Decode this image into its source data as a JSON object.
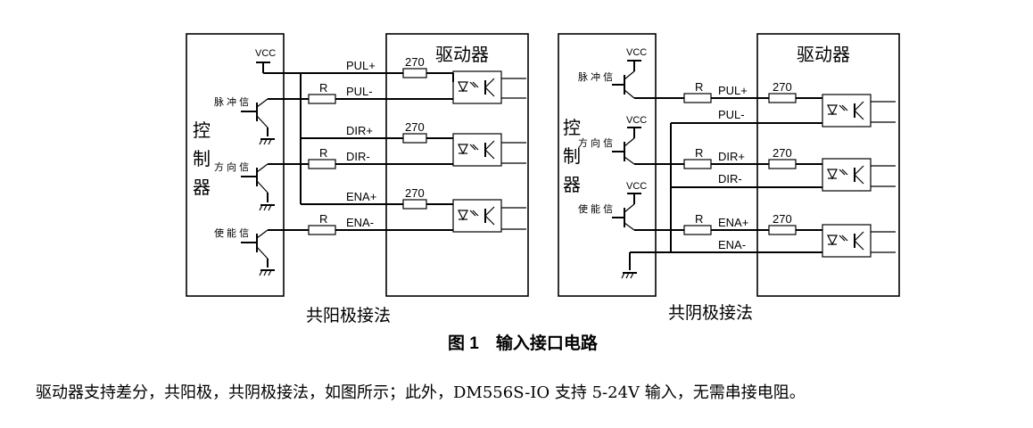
{
  "left_diagram": {
    "controller_label": [
      "控",
      "制",
      "器"
    ],
    "driver_label": "驱动器",
    "vcc": "VCC",
    "transistor_labels": [
      "脉 冲 信",
      "方 向 信",
      "使 能 信"
    ],
    "signals": [
      "PUL+",
      "PUL-",
      "DIR+",
      "DIR-",
      "ENA+",
      "ENA-"
    ],
    "resistor_label": "R",
    "resistor_value": "270",
    "caption": "共阳极接法"
  },
  "right_diagram": {
    "controller_label": [
      "控",
      "制",
      "器"
    ],
    "driver_label": "驱动器",
    "vcc": "VCC",
    "transistor_labels": [
      "脉 冲 信",
      "方 向 信",
      "使 能 信"
    ],
    "signals": [
      "PUL+",
      "PUL-",
      "DIR+",
      "DIR-",
      "ENA+",
      "ENA-"
    ],
    "resistor_label": "R",
    "resistor_value": "270",
    "caption": "共阴极接法"
  },
  "figure_caption": "图 1　输入接口电路",
  "paragraph": "驱动器支持差分，共阳极，共阴极接法，如图所示；此外，DM556S-IO 支持 5-24V 输入，无需串接电阻。"
}
